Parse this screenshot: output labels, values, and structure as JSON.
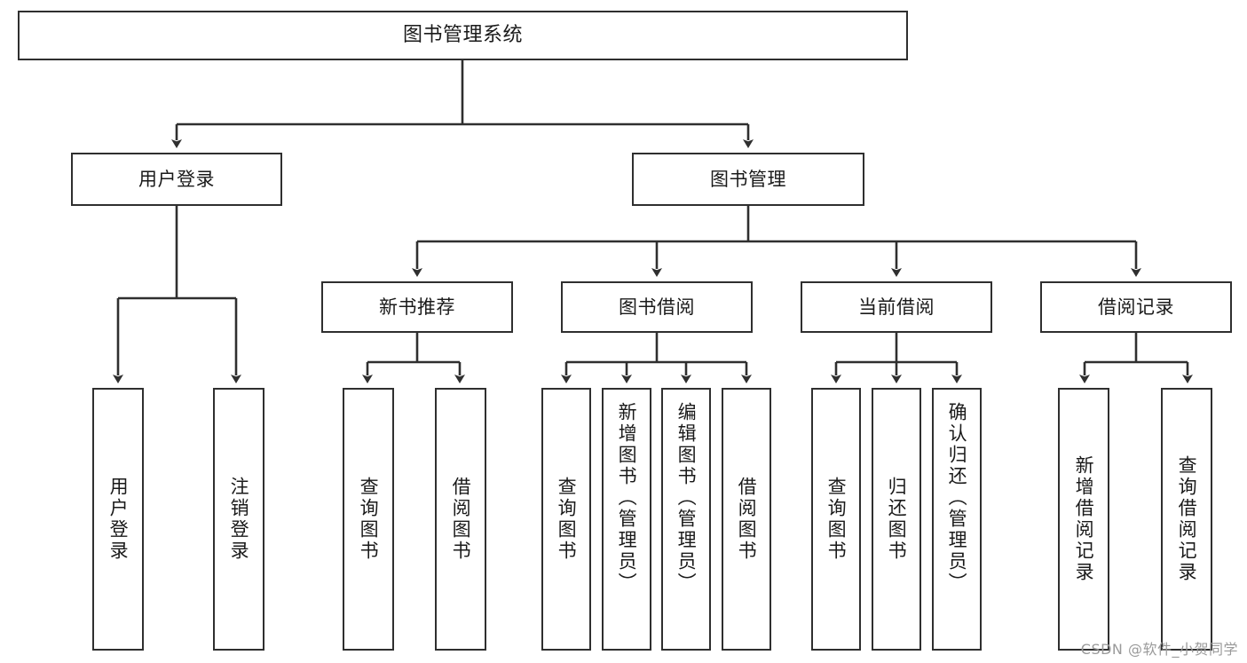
{
  "diagram": {
    "title": "图书管理系统",
    "type": "tree-hierarchy-diagram",
    "root": {
      "label": "图书管理系统"
    },
    "level2": [
      {
        "id": "user-login",
        "label": "用户登录"
      },
      {
        "id": "book-manage",
        "label": "图书管理"
      }
    ],
    "level3": [
      {
        "id": "new-book-recommend",
        "label": "新书推荐",
        "parent": "book-manage"
      },
      {
        "id": "book-borrow",
        "label": "图书借阅",
        "parent": "book-manage"
      },
      {
        "id": "current-borrow",
        "label": "当前借阅",
        "parent": "book-manage"
      },
      {
        "id": "borrow-record",
        "label": "借阅记录",
        "parent": "book-manage"
      }
    ],
    "leaves": [
      {
        "id": "leaf-user-login",
        "label": "用户登录",
        "parent": "user-login"
      },
      {
        "id": "leaf-logout-login",
        "label": "注销登录",
        "parent": "user-login"
      },
      {
        "id": "leaf-query-book-1",
        "label": "查询图书",
        "parent": "new-book-recommend"
      },
      {
        "id": "leaf-borrow-book-1",
        "label": "借阅图书",
        "parent": "new-book-recommend"
      },
      {
        "id": "leaf-query-book-2",
        "label": "查询图书",
        "parent": "book-borrow"
      },
      {
        "id": "leaf-add-book",
        "label": "新增图书（管理员）",
        "parent": "book-borrow"
      },
      {
        "id": "leaf-edit-book",
        "label": "编辑图书（管理员）",
        "parent": "book-borrow"
      },
      {
        "id": "leaf-borrow-book-2",
        "label": "借阅图书",
        "parent": "book-borrow"
      },
      {
        "id": "leaf-query-book-3",
        "label": "查询图书",
        "parent": "current-borrow"
      },
      {
        "id": "leaf-return-book",
        "label": "归还图书",
        "parent": "current-borrow"
      },
      {
        "id": "leaf-confirm-return",
        "label": "确认归还（管理员）",
        "parent": "current-borrow"
      },
      {
        "id": "leaf-add-borrow-record",
        "label": "新增借阅记录",
        "parent": "borrow-record"
      },
      {
        "id": "leaf-query-borrow-record",
        "label": "查询借阅记录",
        "parent": "borrow-record"
      }
    ]
  },
  "watermark": {
    "text": "CSDN @软件_小贺同学"
  },
  "colors": {
    "background": "#ffffff",
    "node_border": "#2f2f2f",
    "node_fill": "#ffffff",
    "text": "#1a1a1a",
    "connector": "#2f2f2f",
    "watermark": "#9a9a9a"
  }
}
